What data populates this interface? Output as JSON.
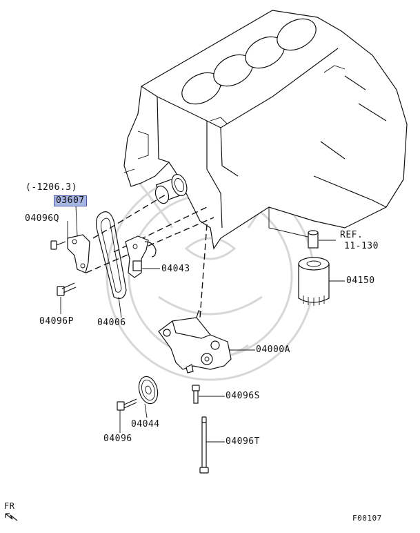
{
  "callouts": {
    "date_note": "(-1206.3)",
    "p03607": "03607",
    "p04096Q": "04096Q",
    "p04096P": "04096P",
    "p04006": "04006",
    "p04043": "04043",
    "ref_line1": "REF.",
    "ref_line2": "11-130",
    "p04150": "04150",
    "p04000A": "04000A",
    "p04096S": "04096S",
    "p04044": "04044",
    "p04096": "04096",
    "p04096T": "04096T"
  },
  "footer": {
    "direction_label": "FR",
    "figure_code": "F00107"
  },
  "colors": {
    "highlight_fill": "#a8b4e2",
    "highlight_border": "#4a5aa8",
    "line": "#111111",
    "watermark": "#d7d7d7"
  }
}
